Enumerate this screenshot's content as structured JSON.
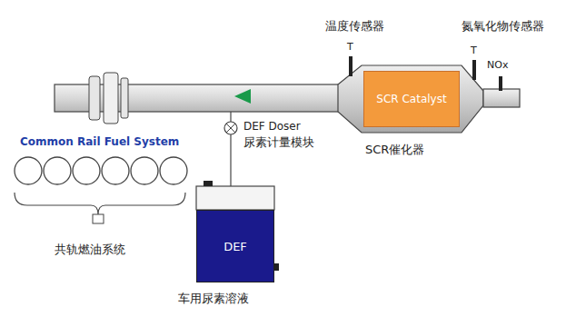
{
  "diagram": {
    "nodes": [
      {
        "text": [
          "SCR Catalyst"
        ]
      },
      {
        "text": [
          "DEF"
        ]
      }
    ],
    "labels": [
      "温度传感器",
      "氮氧化物传感器",
      "T",
      "T",
      "NOx",
      "DEF Doser",
      "尿素计量模块",
      "SCR催化器",
      "Common Rail Fuel System",
      "共轨燃油系统",
      "车用尿素溶液"
    ]
  }
}
